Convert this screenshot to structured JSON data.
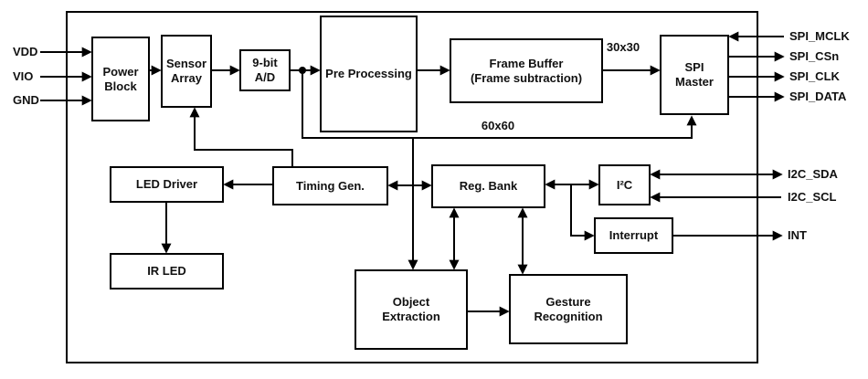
{
  "diagram": {
    "blocks": {
      "power_block": {
        "label": "Power Block"
      },
      "sensor_array": {
        "label": "Sensor Array"
      },
      "adc": {
        "label": "9-bit A/D"
      },
      "pre_processing": {
        "label": "Pre Processing"
      },
      "frame_buffer": {
        "label": "Frame Buffer",
        "sublabel": "(Frame subtraction)"
      },
      "spi_master": {
        "label": "SPI Master"
      },
      "led_driver": {
        "label": "LED Driver"
      },
      "ir_led": {
        "label": "IR LED"
      },
      "timing_gen": {
        "label": "Timing Gen."
      },
      "reg_bank": {
        "label": "Reg. Bank"
      },
      "i2c": {
        "label": "I²C"
      },
      "interrupt": {
        "label": "Interrupt"
      },
      "object_extraction": {
        "label": "Object Extraction"
      },
      "gesture_recognition": {
        "label": "Gesture Recognition"
      }
    },
    "pins": {
      "vdd": "VDD",
      "vio": "VIO",
      "gnd": "GND",
      "spi_mclk": "SPI_MCLK",
      "spi_csn": "SPI_CSn",
      "spi_clk": "SPI_CLK",
      "spi_data": "SPI_DATA",
      "i2c_sda": "I2C_SDA",
      "i2c_scl": "I2C_SCL",
      "int": "INT"
    },
    "bus_labels": {
      "frame_to_spi": "30x30",
      "adc_to_spi": "60x60"
    }
  }
}
